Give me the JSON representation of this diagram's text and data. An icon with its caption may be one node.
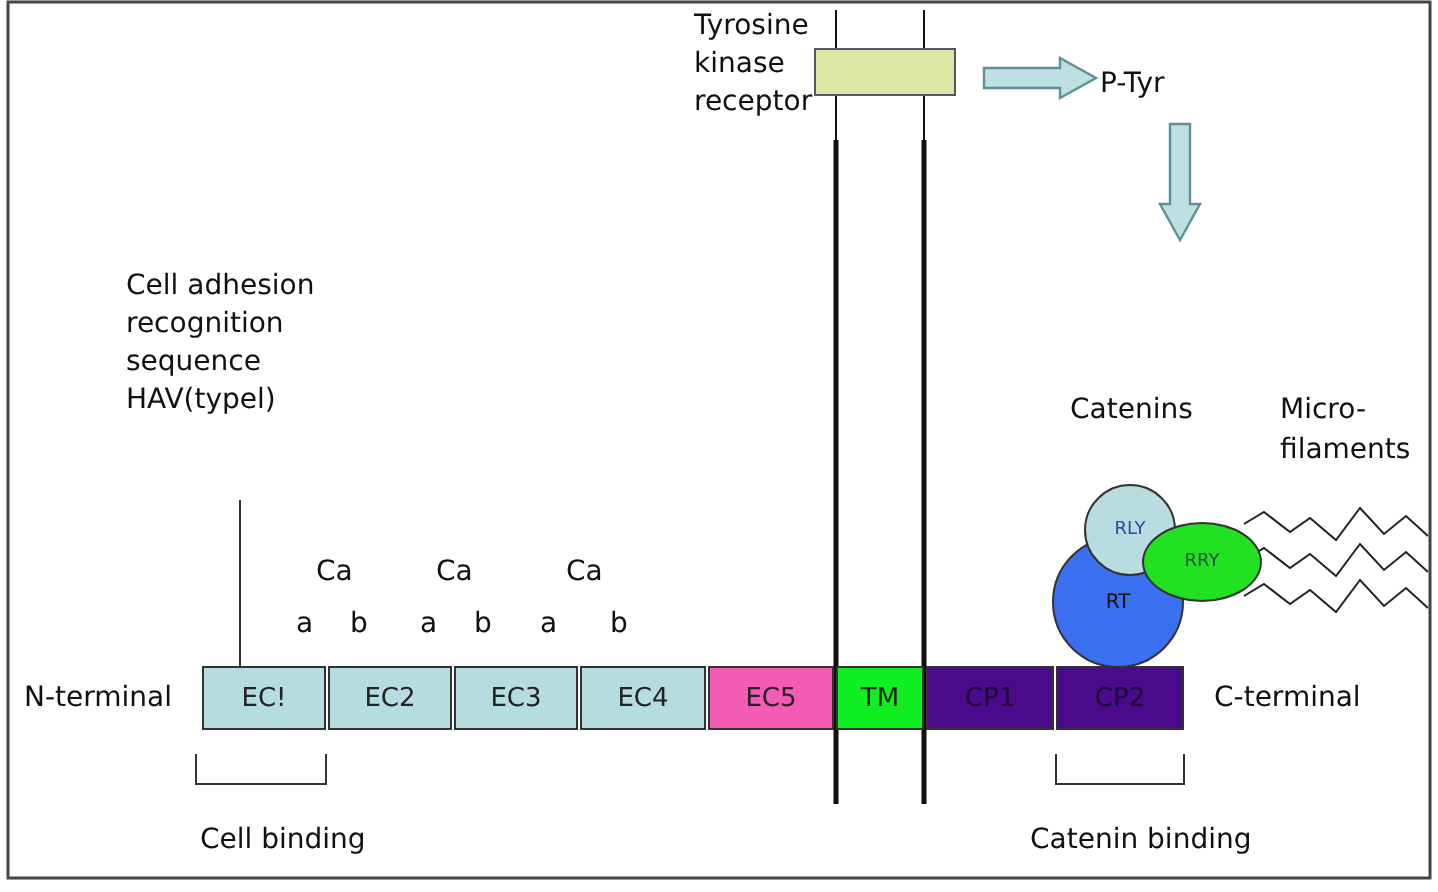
{
  "diagram": {
    "nodes": [
      {
        "text": [],
        "shape": "box",
        "beside": [
          "Tyrosine kinase receptor"
        ]
      },
      {
        "text": [
          "P-Tyr"
        ]
      },
      {
        "text": [
          "Cell adhesion recognition sequence HAV(typel)"
        ]
      },
      {
        "text": [
          "EC!"
        ]
      },
      {
        "text": [
          "EC2"
        ]
      },
      {
        "text": [
          "EC3"
        ]
      },
      {
        "text": [
          "EC4"
        ]
      },
      {
        "text": [
          "EC5"
        ]
      },
      {
        "text": [
          "TM"
        ]
      },
      {
        "text": [
          "CP1"
        ]
      },
      {
        "text": [
          "CP2"
        ]
      },
      {
        "text": [
          "RLY"
        ]
      },
      {
        "text": [
          "RRY"
        ]
      },
      {
        "text": [
          "RT"
        ]
      }
    ],
    "edges": [
      {
        "from": 0,
        "to": 1,
        "arrow": "to"
      },
      {
        "from": 1,
        "to": null,
        "arrow": "to"
      },
      {
        "from": 2,
        "to": 3,
        "arrow": "none"
      }
    ],
    "labels": [
      "Catenins",
      "Micro- filaments",
      "Ca",
      "Ca",
      "Ca",
      "a",
      "b",
      "a",
      "b",
      "a",
      "b",
      "N-terminal",
      "C-terminal",
      "Cell binding",
      "Catenin binding"
    ]
  }
}
